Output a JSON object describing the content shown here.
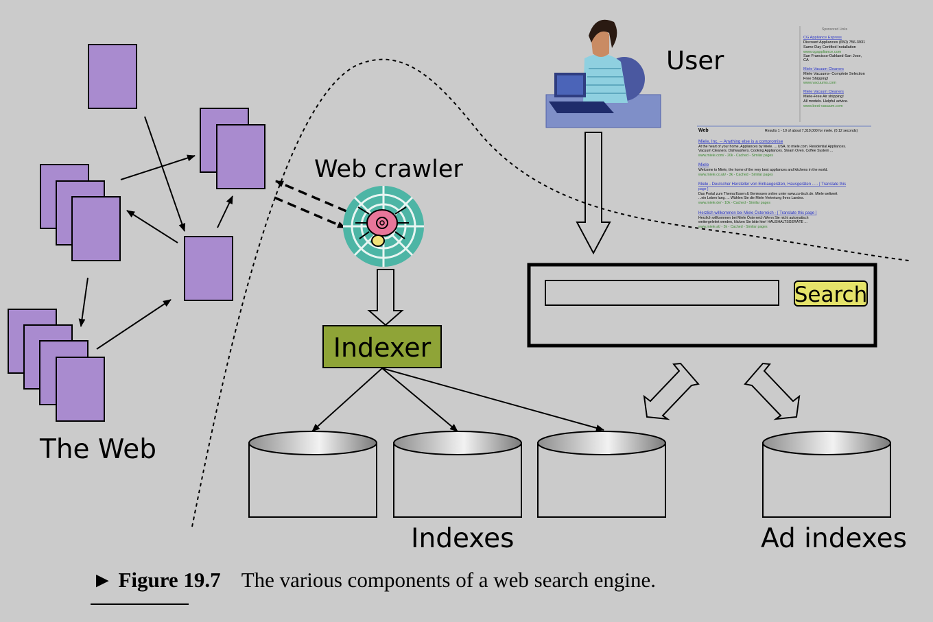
{
  "labels": {
    "the_web": "The Web",
    "web_crawler": "Web crawler",
    "indexer": "Indexer",
    "user": "User",
    "indexes": "Indexes",
    "ad_indexes": "Ad indexes",
    "search_button": "Search"
  },
  "caption": {
    "marker": "►",
    "figure_label": "Figure 19.7",
    "text": "The various components of a web search engine."
  },
  "serp": {
    "ads_header": "Sponsored Links",
    "ads": [
      {
        "title": "CG Appliance Express",
        "lines": [
          "Discount Appliances (650) 756-3931",
          "Same Day Certified Installation"
        ],
        "url": "www.cgappliance.com",
        "extra": [
          "San Francisco-Oakland-San Jose,",
          "CA"
        ]
      },
      {
        "title": "Miele Vacuum Cleaners",
        "lines": [
          "Miele Vacuums- Complete Selection",
          "Free Shipping!"
        ],
        "url": "www.vacuums.com",
        "extra": []
      },
      {
        "title": "Miele Vacuum Cleaners",
        "lines": [
          "Miele-Free Air shipping!",
          "All models. Helpful advice."
        ],
        "url": "www.best-vacuum.com",
        "extra": []
      }
    ],
    "results_tab": "Web",
    "results_summary": "Results 1 - 10 of about 7,310,000 for miele. (0.12 seconds)",
    "results": [
      {
        "title": "Miele, Inc. -- Anything else is a compromise",
        "snippet": [
          "At the heart of your home, Appliances by Miele. ... USA. to miele.com. Residential Appliances.",
          "Vacuum Cleaners. Dishwashers. Cooking Appliances. Steam Oven. Coffee System ..."
        ],
        "url": "www.miele.com/ - 20k - Cached - Similar pages"
      },
      {
        "title": "Miele",
        "snippet": [
          "Welcome to Miele, the home of the very best appliances and kitchens in the world."
        ],
        "url": "www.miele.co.uk/ - 3k - Cached - Similar pages"
      },
      {
        "title": "Miele - Deutscher Hersteller von Einbaugeräten, Hausgeräten ... - [ Translate this",
        "title2": "page ]",
        "snippet": [
          "Das Portal zum Thema Essen & Geniessen online unter www.zu-tisch.de. Miele weltweit",
          "...ein Leben lang. ... Wählen Sie die Miele Vertretung Ihres Landes."
        ],
        "url": "www.miele.de/ - 10k - Cached - Similar pages"
      },
      {
        "title": "Herzlich willkommen bei Miele Österreich - [ Translate this page ]",
        "snippet": [
          "Herzlich willkommen bei Miele Österreich Wenn Sie nicht automatisch",
          "weitergeleitet werden, klicken Sie bitte hier! HAUSHALTSGERÄTE ..."
        ],
        "url": "www.miele.at/ - 3k - Cached - Similar pages"
      }
    ]
  },
  "colors": {
    "background": "#cbcbcb",
    "page_fill": "#a98bcf",
    "indexer_fill": "#8fa437",
    "search_button_fill": "#e5e36a",
    "crawler_web": "#4db5a5",
    "crawler_spider": "#e8769a",
    "serp_link": "#2a35c8",
    "serp_url": "#3c8a32"
  },
  "icons": {
    "crawler": "spider-web-icon",
    "user": "user-at-computer-icon"
  }
}
